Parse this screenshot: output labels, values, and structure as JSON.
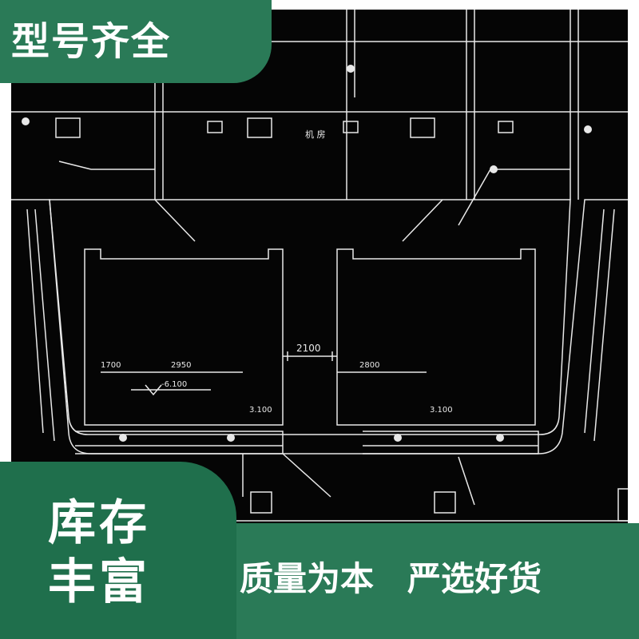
{
  "badges": {
    "top_left": "型号齐全",
    "bottom_left_line1": "库存",
    "bottom_left_line2": "丰富"
  },
  "slogan": {
    "part1": "质量为本",
    "part2": "严选好货"
  },
  "drawing": {
    "dimension_center": "2100",
    "dimension_left_1": "1700",
    "dimension_left_2": "2950",
    "dimension_right": "2800",
    "elevation_left": "-6.100",
    "elevation_mark_left": "3.100",
    "elevation_mark_right": "3.100",
    "room_label": "机 房"
  },
  "colors": {
    "brand_green": "#2a7a57",
    "brand_green_dark": "#1f6f4c",
    "drawing_bg": "#050505",
    "line": "#e8e8e8"
  }
}
